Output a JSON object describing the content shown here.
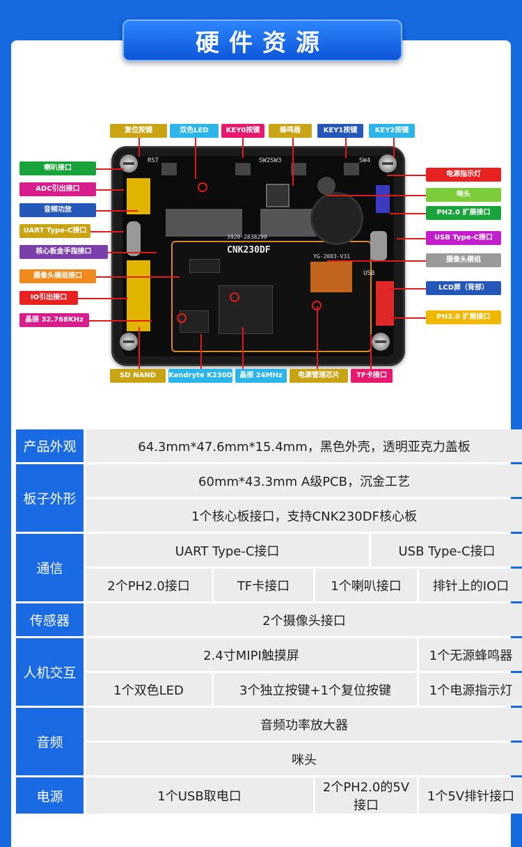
{
  "title": "硬件资源",
  "board": {
    "silkscreen": {
      "rst": "RST",
      "sw2sw3": "SW2SW3",
      "sw4": "SW4",
      "usb": "USB",
      "model": "CNK230DF",
      "serial": "3920-2838290",
      "cam_sn": "YG-2003-V31"
    },
    "labels_top": [
      "复位按键",
      "双色LED",
      "KEY0按键",
      "蜂鸣器",
      "KEY1按键",
      "KEY2按键"
    ],
    "labels_left": [
      "喇叭接口",
      "ADC引出接口",
      "音频功放",
      "UART Type-C接口",
      "核心板金手指接口",
      "摄像头模组接口",
      "IO引出接口",
      "晶振 32.768KHz"
    ],
    "labels_right": [
      "电源指示灯",
      "咪头",
      "PH2.0 扩展接口",
      "USB Type-C接口",
      "摄像头模组",
      "LCD屏（背部）",
      "PH2.0 扩展接口"
    ],
    "labels_bottom": [
      "SD NAND",
      "Kendryte K230D",
      "晶振 24MHz",
      "电源管理芯片",
      "TF卡接口"
    ]
  },
  "colors": {
    "top": [
      "#c9a515",
      "#2bb5e8",
      "#e8186e",
      "#c9a515",
      "#2557b8",
      "#2bb5e8"
    ],
    "left": [
      "#18a43a",
      "#d81e8c",
      "#2557b8",
      "#c9a515",
      "#7a3fa8",
      "#f08a1c",
      "#e82121",
      "#d81e8c"
    ],
    "right": [
      "#e82121",
      "#7dcc3a",
      "#18a43a",
      "#c21ecc",
      "#9a9a9a",
      "#2557b8",
      "#f0b800"
    ],
    "bottom": [
      "#c9a515",
      "#2bb5e8",
      "#2bb5e8",
      "#c9a515",
      "#e8186e"
    ]
  },
  "table": {
    "appearance": {
      "head": "产品外观",
      "value": "64.3mm*47.6mm*15.4mm，黑色外壳，透明亚克力盖板"
    },
    "board_shape": {
      "head": "板子外形",
      "row1": "60mm*43.3mm  A级PCB，沉金工艺",
      "row2": "1个核心板接口，支持CNK230DF核心板"
    },
    "comm": {
      "head": "通信",
      "r1c1": "UART Type-C接口",
      "r1c2": "USB Type-C接口",
      "r2c1": "2个PH2.0接口",
      "r2c2": "TF卡接口",
      "r2c3": "1个喇叭接口",
      "r2c4": "排针上的IO口"
    },
    "sensor": {
      "head": "传感器",
      "value": "2个摄像头接口"
    },
    "hmi": {
      "head": "人机交互",
      "r1c1": "2.4寸MIPI触摸屏",
      "r1c2": "1个无源蜂鸣器",
      "r2c1": "1个双色LED",
      "r2c2": "3个独立按键+1个复位按键",
      "r2c3": "1个电源指示灯"
    },
    "audio": {
      "head": "音频",
      "row1": "音频功率放大器",
      "row2": "咪头"
    },
    "power": {
      "head": "电源",
      "c1": "1个USB取电口",
      "c2": "2个PH2.0的5V接口",
      "c3": "1个5V排针接口"
    }
  }
}
